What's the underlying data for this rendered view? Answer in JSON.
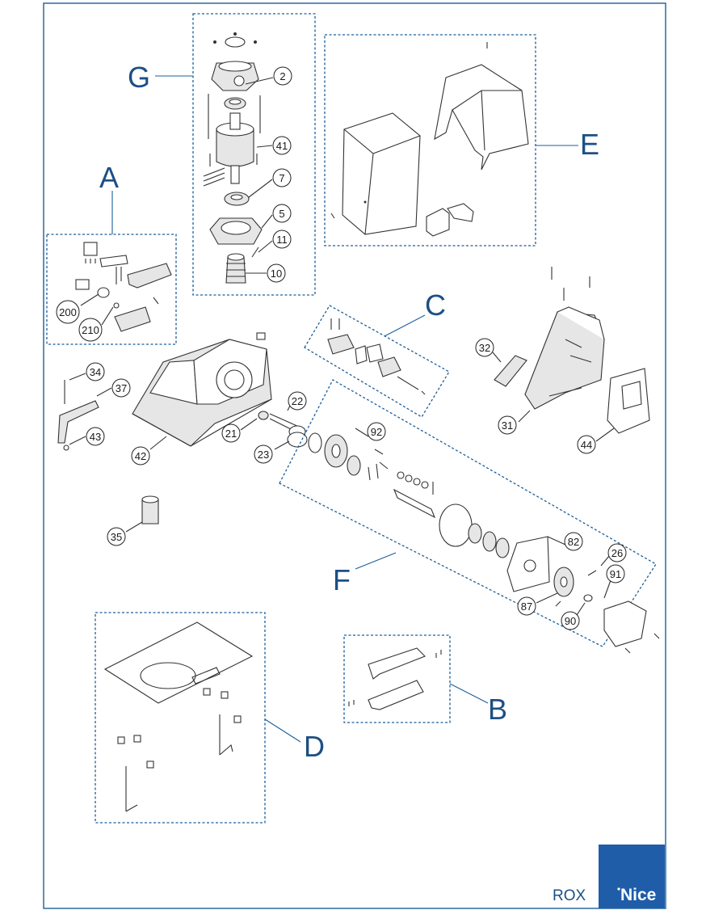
{
  "groups": {
    "A": "A",
    "B": "B",
    "C": "C",
    "D": "D",
    "E": "E",
    "F": "F",
    "G": "G"
  },
  "parts": [
    {
      "id": "p2",
      "label": "2"
    },
    {
      "id": "p41",
      "label": "41"
    },
    {
      "id": "p7",
      "label": "7"
    },
    {
      "id": "p5",
      "label": "5"
    },
    {
      "id": "p11",
      "label": "11"
    },
    {
      "id": "p10",
      "label": "10"
    },
    {
      "id": "p200",
      "label": "200"
    },
    {
      "id": "p210",
      "label": "210"
    },
    {
      "id": "p34",
      "label": "34"
    },
    {
      "id": "p37",
      "label": "37"
    },
    {
      "id": "p43",
      "label": "43"
    },
    {
      "id": "p42",
      "label": "42"
    },
    {
      "id": "p21",
      "label": "21"
    },
    {
      "id": "p22",
      "label": "22"
    },
    {
      "id": "p23",
      "label": "23"
    },
    {
      "id": "p35",
      "label": "35"
    },
    {
      "id": "p92",
      "label": "92"
    },
    {
      "id": "p82",
      "label": "82"
    },
    {
      "id": "p26",
      "label": "26"
    },
    {
      "id": "p91",
      "label": "91"
    },
    {
      "id": "p87",
      "label": "87"
    },
    {
      "id": "p90",
      "label": "90"
    },
    {
      "id": "p32",
      "label": "32"
    },
    {
      "id": "p31",
      "label": "31"
    },
    {
      "id": "p44",
      "label": "44"
    }
  ],
  "footer": {
    "model": "ROX",
    "brand": "Nice"
  },
  "colors": {
    "accent": "#1c4f86",
    "brand_box": "#1f5da8",
    "frame": "#1c5f9a"
  }
}
